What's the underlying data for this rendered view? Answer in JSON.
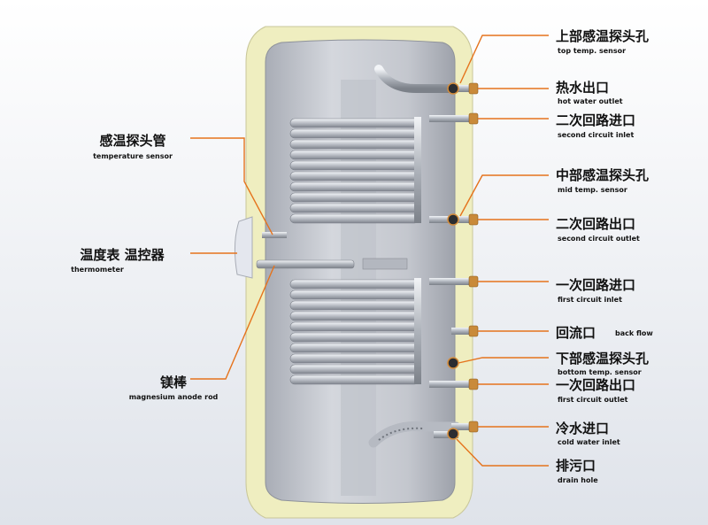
{
  "colors": {
    "background_top": "#ffffff",
    "background_bottom": "#dfe3ea",
    "insulation": "#efeec0",
    "tank": "#c9ccd3",
    "coil": "#dde1e8",
    "leader_line": "#e5731c"
  },
  "right_labels": [
    {
      "zh": "上部感温探头孔",
      "en": "top temp. sensor"
    },
    {
      "zh": "热水出口",
      "en": "hot water outlet"
    },
    {
      "zh": "二次回路进口",
      "en": "second circuit inlet"
    },
    {
      "zh": "中部感温探头孔",
      "en": "mid temp. sensor"
    },
    {
      "zh": "二次回路出口",
      "en": "second circuit outlet"
    },
    {
      "zh": "一次回路进口",
      "en": "first circuit inlet"
    },
    {
      "zh": "回流口",
      "en": "back flow"
    },
    {
      "zh": "下部感温探头孔",
      "en": "bottom temp. sensor"
    },
    {
      "zh": "一次回路出口",
      "en": "first circuit outlet"
    },
    {
      "zh": "冷水进口",
      "en": "cold water inlet"
    },
    {
      "zh": "排污口",
      "en": "drain hole"
    }
  ],
  "left_labels": [
    {
      "zh": "感温探头管",
      "en": "temperature sensor"
    },
    {
      "zh": "温度表 温控器",
      "en": "thermometer"
    },
    {
      "zh": "镁棒",
      "en": "magnesium anode rod"
    }
  ]
}
